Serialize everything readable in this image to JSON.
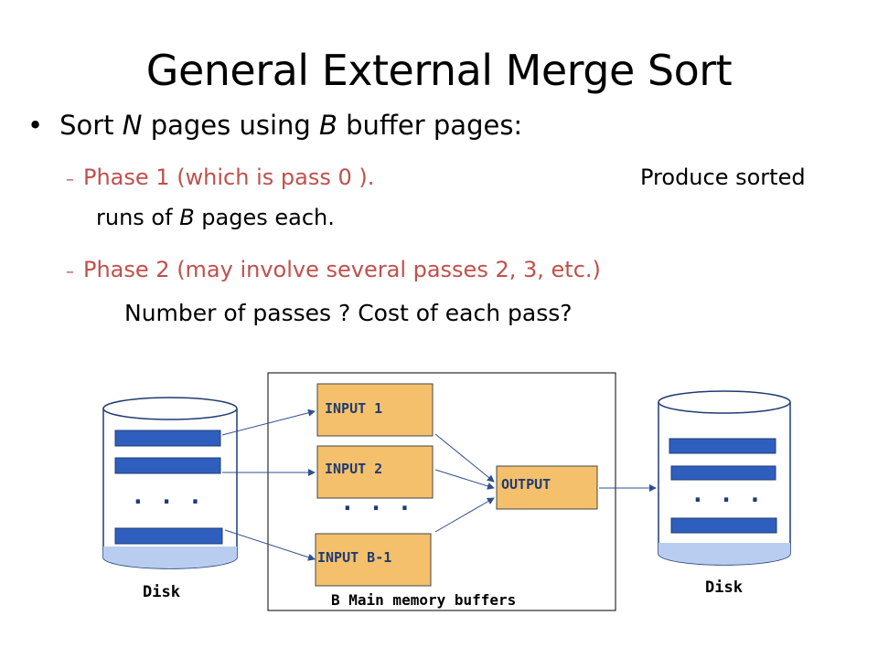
{
  "title": "General External Merge Sort",
  "bullet": {
    "prefix": "Sort ",
    "n": "N",
    "mid": " pages using ",
    "b": "B",
    "suffix": " buffer pages:"
  },
  "phase1": {
    "label": "Phase 1 (which is pass 0 ).",
    "desc_a": "Produce sorted",
    "desc_b_prefix": "runs of ",
    "desc_b_b": "B",
    "desc_b_suffix": " pages each."
  },
  "phase2": {
    "label": "Phase 2  (may involve several passes 2, 3, etc.)"
  },
  "question": "Number of passes ? Cost of  each pass?",
  "diagram": {
    "left_disk_label": "Disk",
    "right_disk_label": "Disk",
    "input1": "INPUT 1",
    "input2": "INPUT 2",
    "inputb": "INPUT B-1",
    "output": "OUTPUT",
    "memory_label": "B Main memory buffers",
    "ellipsis": ". . ."
  },
  "colors": {
    "accent_red": "#c0504d",
    "buffer_fill": "#f4c06c",
    "disk_fill": "#b8cdf0",
    "page_fill": "#2f5fbe"
  }
}
